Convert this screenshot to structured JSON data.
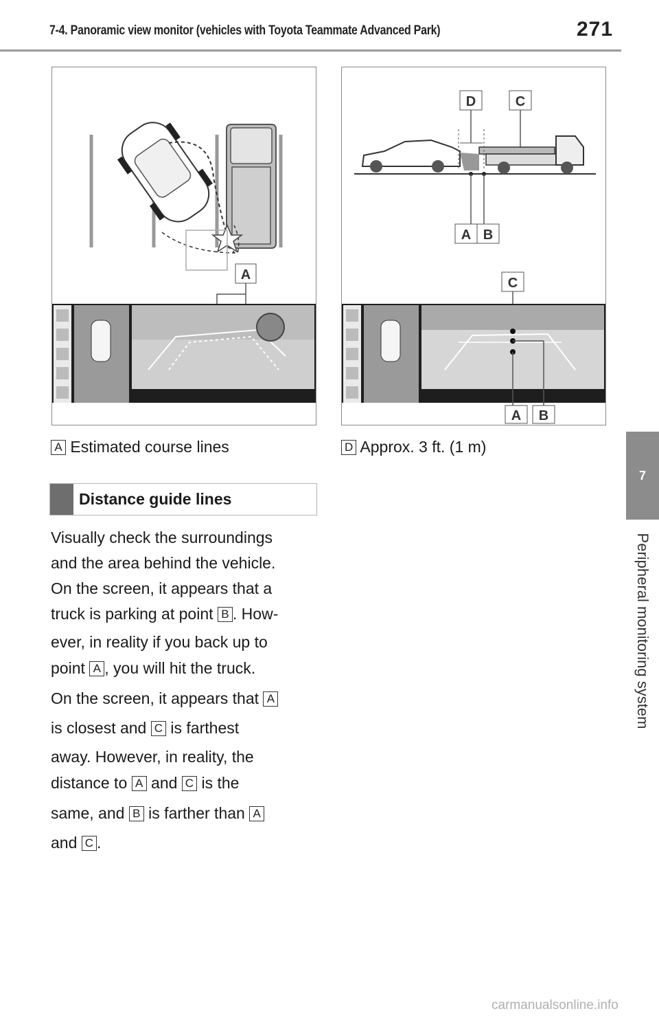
{
  "header": {
    "title": "7-4. Panoramic view monitor (vehicles with Toyota Teammate Advanced Park)",
    "page_number": "271"
  },
  "side_tab": {
    "chapter_number": "7",
    "chapter_title": "Peripheral monitoring system"
  },
  "figure_left": {
    "callouts": {
      "a": "A"
    }
  },
  "figure_right": {
    "callouts": {
      "d": "D",
      "c": "C",
      "a": "A",
      "b": "B"
    }
  },
  "captions": {
    "left": {
      "label": "A",
      "text": "Estimated course lines"
    },
    "right": {
      "label": "D",
      "text": "Approx. 3 ft. (1 m)"
    }
  },
  "section": {
    "heading": "Distance guide lines"
  },
  "body": {
    "line1": "Visually check the surroundings",
    "line2": "and the area behind the vehicle.",
    "line3": "On the screen, it appears that a",
    "line4_pre": "truck is parking at point ",
    "line4_box": "B",
    "line4_post": ". How-",
    "line5": "ever, in reality if you back up to",
    "line6_pre": "point ",
    "line6_box": "A",
    "line6_post": ", you will hit the truck.",
    "line7_pre": "On the screen, it appears that ",
    "line7_box": "A",
    "line8_pre": "is closest and ",
    "line8_box": "C",
    "line8_post": " is farthest",
    "line9": "away. However, in reality, the",
    "line10_pre": "distance to ",
    "line10_box1": "A",
    "line10_mid": " and ",
    "line10_box2": "C",
    "line10_post": " is the",
    "line11_pre": "same, and ",
    "line11_box1": "B",
    "line11_mid": " is farther than ",
    "line11_box2": "A",
    "line12_pre": "and ",
    "line12_box": "C",
    "line12_post": "."
  },
  "watermark": "carmanualsonline.info"
}
